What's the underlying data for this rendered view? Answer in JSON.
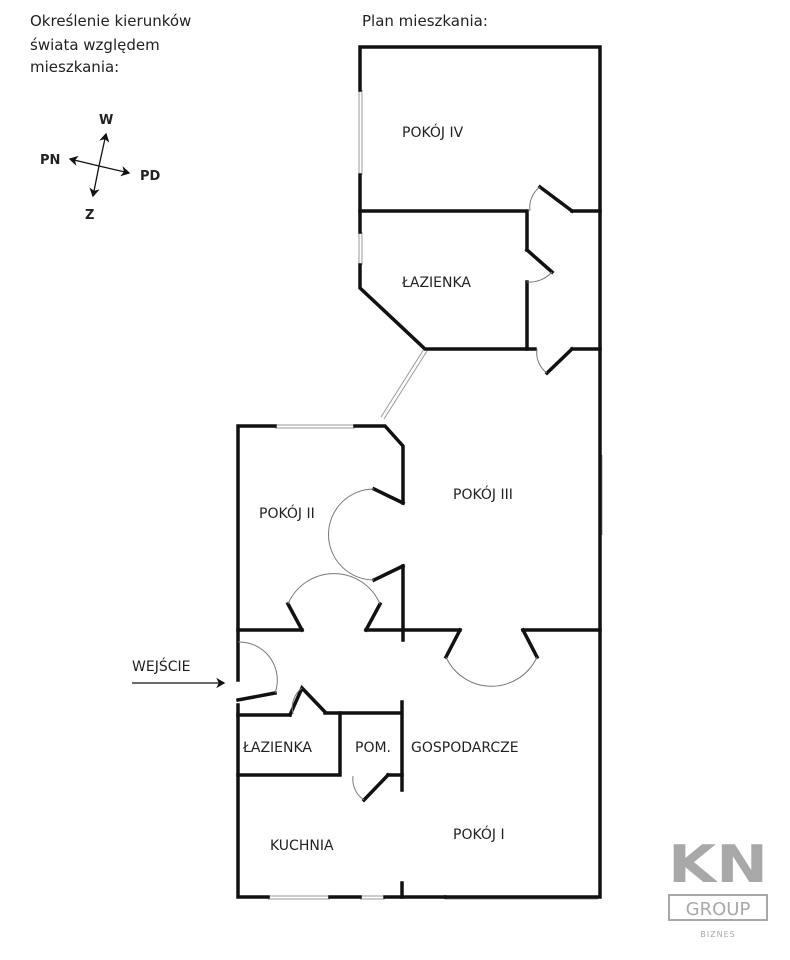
{
  "orientation": {
    "heading_lines": [
      "Określenie kierunków",
      "świata względem",
      "mieszkania:"
    ],
    "north_west": "W",
    "left": "PN",
    "right": "PD",
    "south": "Z"
  },
  "plan": {
    "title": "Plan mieszkania:",
    "rooms": {
      "pokoj_iv": "POKÓJ IV",
      "lazienka_top": "ŁAZIENKA",
      "pokoj_iii": "POKÓJ III",
      "pokoj_ii": "POKÓJ II",
      "entrance": "WEJŚCIE",
      "lazienka_bottom": "ŁAZIENKA",
      "pom": "POM.",
      "gospodarcze": "GOSPODARCZE",
      "kuchnia": "KUCHNIA",
      "pokoj_i": "POKÓJ I"
    }
  },
  "logo": {
    "mark": "KN",
    "group": "GROUP",
    "sub": "BIZNES",
    "color": "#a8a8a8"
  }
}
